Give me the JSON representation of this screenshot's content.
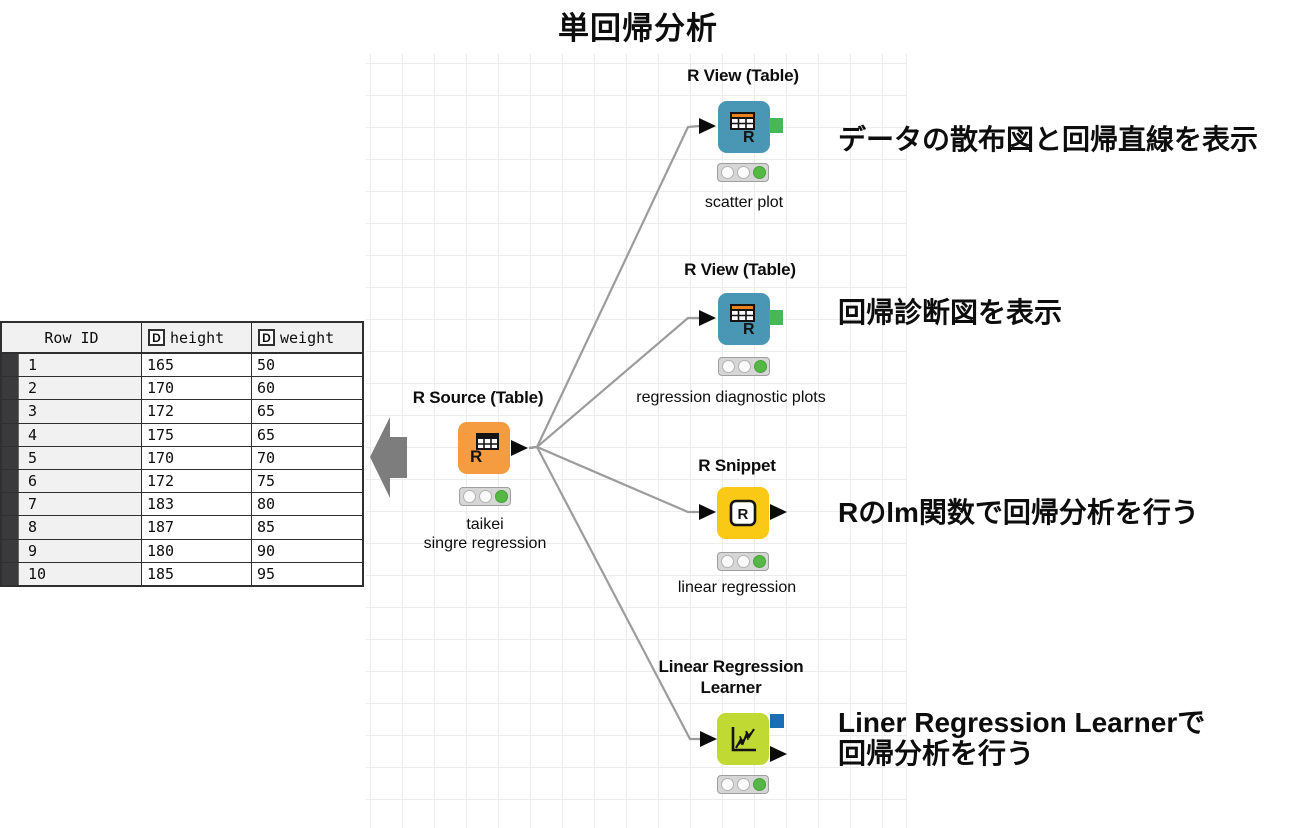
{
  "title": "単回帰分析",
  "icons": {
    "r_letter": "R",
    "d_badge": "D"
  },
  "table": {
    "columns": {
      "row_id": "Row ID",
      "height": "height",
      "weight": "weight"
    },
    "rows": [
      [
        "1",
        "165",
        "50"
      ],
      [
        "2",
        "170",
        "60"
      ],
      [
        "3",
        "172",
        "65"
      ],
      [
        "4",
        "175",
        "65"
      ],
      [
        "5",
        "170",
        "70"
      ],
      [
        "6",
        "172",
        "75"
      ],
      [
        "7",
        "183",
        "80"
      ],
      [
        "8",
        "187",
        "85"
      ],
      [
        "9",
        "180",
        "90"
      ],
      [
        "10",
        "185",
        "95"
      ]
    ]
  },
  "nodes": {
    "rview_scatter": {
      "title": "R View (Table)",
      "label": "scatter plot"
    },
    "rview_diagnostic": {
      "title": "R View (Table)",
      "label": "regression diagnostic plots"
    },
    "rsource": {
      "title": "R Source (Table)",
      "label_line1": "taikei",
      "label_line2": "singre regression"
    },
    "rsnippet": {
      "title": "R Snippet",
      "label": "linear regression"
    },
    "learner": {
      "title_line1": "Linear Regression",
      "title_line2": "Learner"
    }
  },
  "annotations": {
    "scatter": "データの散布図と回帰直線を表示",
    "diagnostic": "回帰診断図を表示",
    "lm": "Rのlm関数で回帰分析を行う",
    "learner_line1": "Liner Regression Learnerで",
    "learner_line2": "回帰分析を行う"
  },
  "colors": {
    "r_view_node": "#4a96b5",
    "r_source_node": "#f59b40",
    "r_snippet_node": "#f9c915",
    "learner_node": "#c1da33",
    "data_port_green": "#46b85a",
    "model_port_blue": "#1b6db6",
    "status_green": "#55b845",
    "connection_gray": "#9c9c9c"
  }
}
